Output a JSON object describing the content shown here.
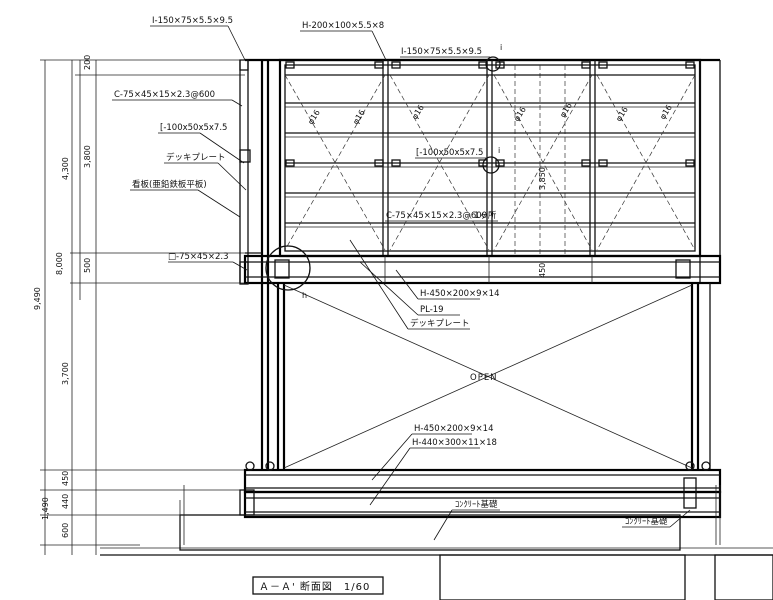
{
  "labels": {
    "top_i_beam": "I-150×75×5.5×9.5",
    "top_h_beam": "H-200×100×5.5×8",
    "top_i_beam_inner": "I-150×75×5.5×9.5",
    "purlin": "C-75×45×15×2.3@600",
    "angle_top": "[-100x50x5x7.5",
    "deck_plate_upper": "デッキプレート",
    "signboard": "看板(亜鉛鉄板平板)",
    "angle_mid": "[-100x50x5x7.5",
    "purlin_mid": "C-75×45×15×2.3@600",
    "purlin_mid_suffix": "1ヶ所",
    "square_tube": "□-75×45×2.3",
    "h_beam_upper": "H-450×200×9×14",
    "plate": "PL-19",
    "deck_plate_lower": "デッキプレート",
    "open": "OPEN",
    "h_beam_lower": "H-450×200×9×14",
    "h_beam_base": "H-440×300×11×18",
    "concrete_center": "ｺﾝｸﾘｰﾄ基礎",
    "concrete_right": "ｺﾝｸﾘｰﾄ基礎",
    "marker_i_top": "i",
    "marker_i_mid": "i",
    "marker_h": "h",
    "brace_phi": "φ16",
    "title": "Ａ－Ａ' 断面図　1/60"
  },
  "dimensions": {
    "d200": "200",
    "d3800": "3,800",
    "d4300": "4,300",
    "d500": "500",
    "d8000": "8,000",
    "d9490": "9,490",
    "d3700": "3,700",
    "d450a": "450",
    "d440": "440",
    "d1490": "1,490",
    "d600": "600",
    "d3850": "3,850",
    "d450b": "450"
  }
}
